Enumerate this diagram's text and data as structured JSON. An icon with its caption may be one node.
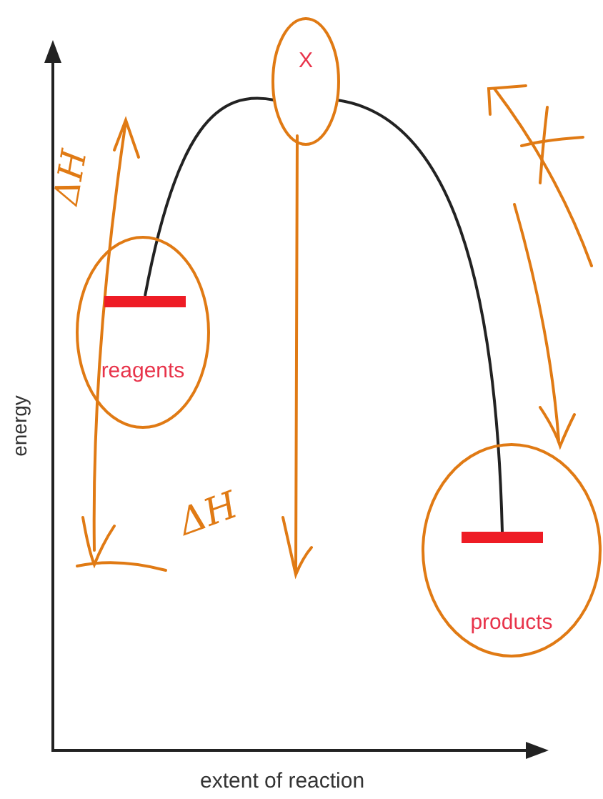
{
  "diagram": {
    "nodes": [
      {
        "text": [
          "X"
        ]
      },
      {
        "text": [
          "reagents"
        ]
      },
      {
        "text": [
          "products"
        ]
      }
    ],
    "edges": [
      {
        "from": 1,
        "to": 0,
        "arrow": "none"
      },
      {
        "from": 0,
        "to": 2,
        "arrow": "none"
      }
    ],
    "labels": [
      "energy",
      "ΔH",
      "ΔH",
      "extent of reaction"
    ]
  }
}
